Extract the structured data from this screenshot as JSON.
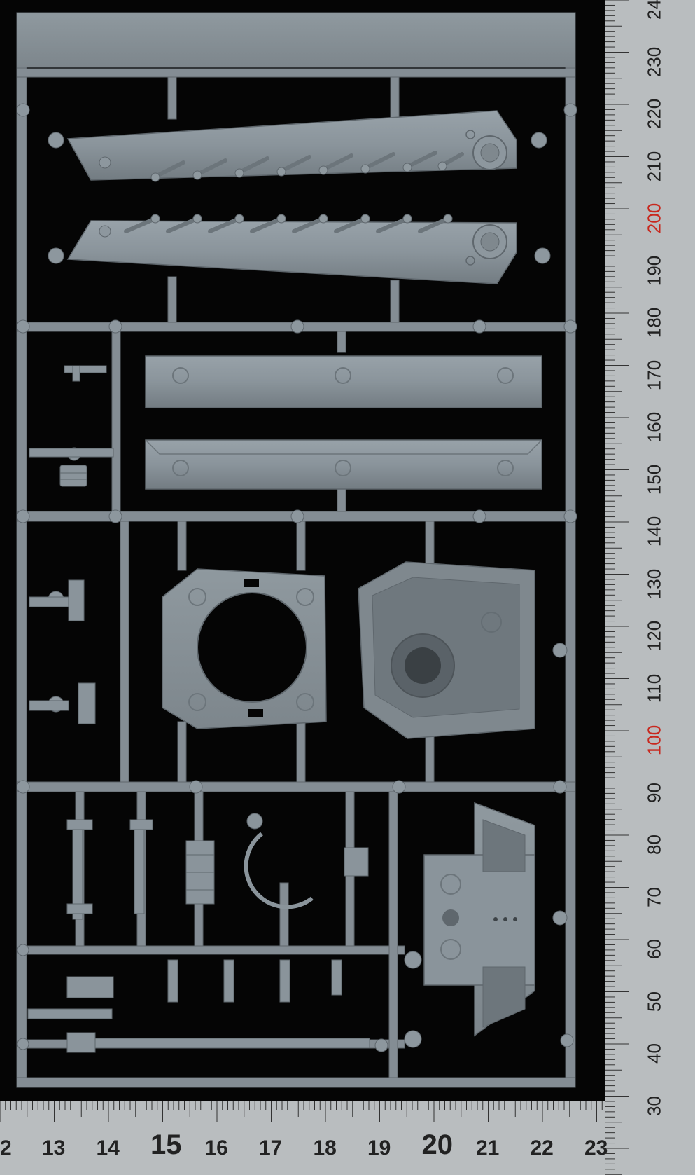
{
  "colors": {
    "background": "#050505",
    "sprue": "#848d94",
    "sprue_light": "#8d979e",
    "sprue_shadow": "#5f676d",
    "ruler": "#b9bdbf",
    "ruler_red": "#c8281e"
  },
  "vertical_ruler": {
    "labels": [
      "24",
      "230",
      "220",
      "210",
      "200",
      "190",
      "180",
      "170",
      "160",
      "150",
      "140",
      "130",
      "120",
      "110",
      "100",
      "90",
      "80",
      "70",
      "60",
      "50",
      "40",
      "30"
    ],
    "highlight": [
      "200",
      "100"
    ]
  },
  "horizontal_ruler": {
    "labels": [
      "2",
      "13",
      "14",
      "15",
      "16",
      "17",
      "18",
      "19",
      "20",
      "21",
      "22",
      "23"
    ]
  }
}
